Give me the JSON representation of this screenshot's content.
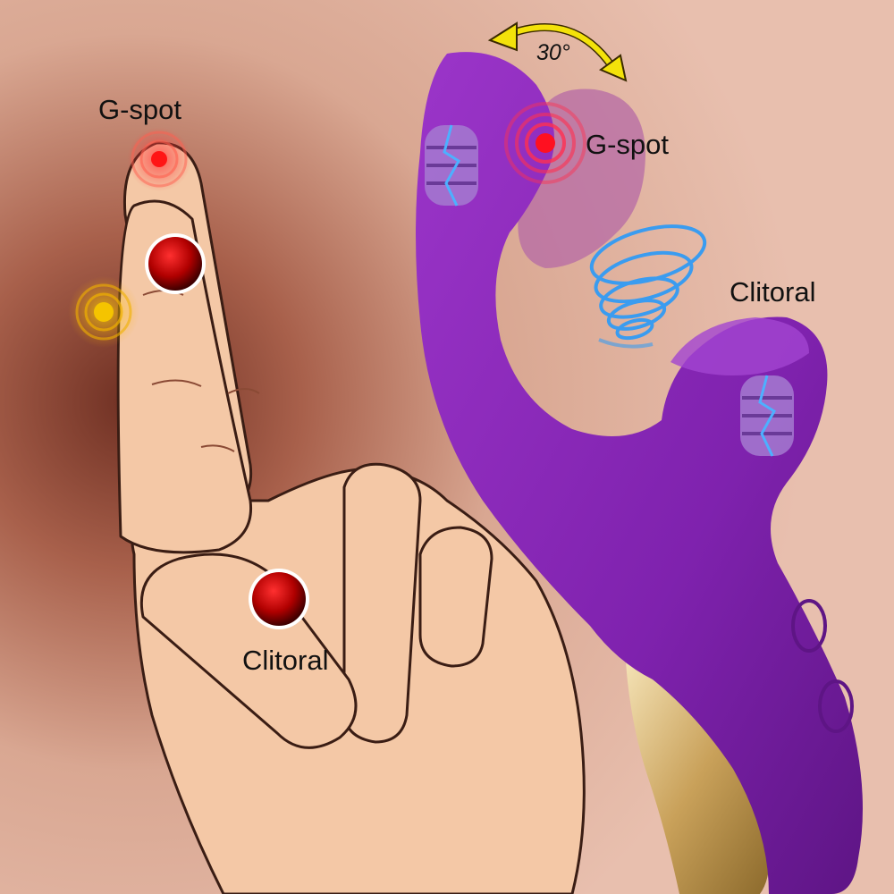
{
  "labels": {
    "hand_gspot": "G-spot",
    "hand_clitoral": "Clitoral",
    "toy_gspot": "G-spot",
    "toy_clitoral": "Clitoral",
    "rotation_angle": "30°"
  },
  "colors": {
    "background_light": "#e7bba8",
    "background_shadow": "#7a3b2b",
    "skin": "#f4c8a6",
    "skin_outline": "#3a1d14",
    "toy_purple": "#8a2ab8",
    "toy_purple_dark": "#5e1585",
    "toy_ghost": "#b56aa6",
    "gold": "#c9a15a",
    "marker_red": "#c40000",
    "marker_yellow": "#f2c200",
    "suction_blue": "#3a9cf0",
    "arrow_yellow": "#f3e20a",
    "text": "#111111"
  },
  "icons": {
    "hand": "hand-icon",
    "vibrator": "vibrator-icon",
    "vibration_motor": "vibration-motor-icon",
    "suction_waves": "suction-waves-icon",
    "rotation_arrow": "rotation-arrow-icon"
  }
}
